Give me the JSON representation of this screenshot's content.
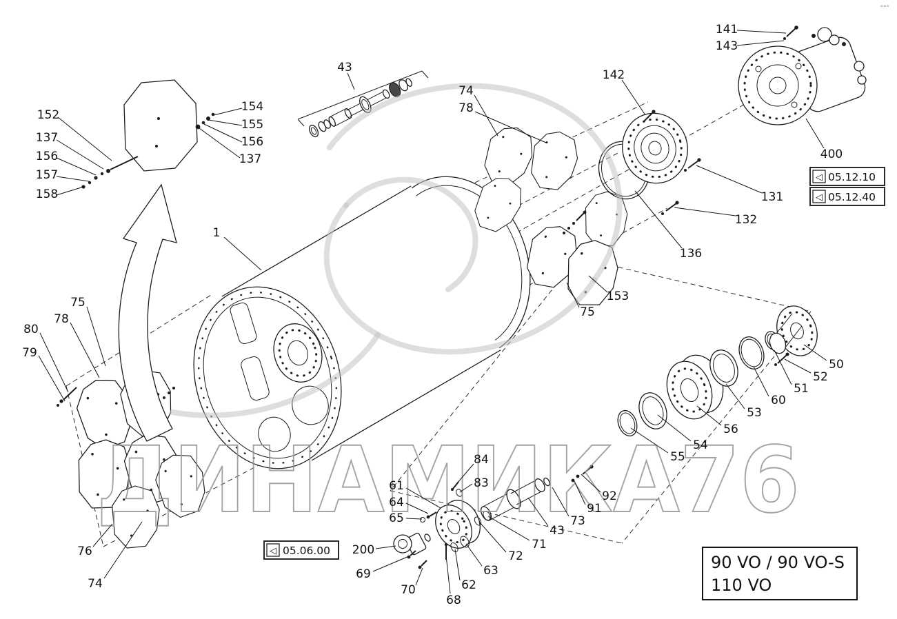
{
  "diagram": {
    "watermark": "ДИНАМИКА76",
    "corner_mark": "°°°",
    "ref_icon": "◁",
    "title_models": {
      "line1": "90 VO / 90 VO-S",
      "line2": "110 VO"
    },
    "ref_boxes": {
      "b051210": "05.12.10",
      "b051240": "05.12.40",
      "b050600": "05.06.00"
    },
    "callouts": {
      "n1": "1",
      "n43": "43",
      "n50": "50",
      "n51": "51",
      "n52": "52",
      "n53": "53",
      "n54": "54",
      "n55": "55",
      "n56": "56",
      "n60": "60",
      "n61": "61",
      "n62": "62",
      "n63": "63",
      "n64": "64",
      "n65": "65",
      "n68": "68",
      "n69": "69",
      "n70": "70",
      "n71": "71",
      "n72": "72",
      "n73": "73",
      "n74": "74",
      "n75": "75",
      "n76": "76",
      "n78": "78",
      "n79": "79",
      "n80": "80",
      "n83": "83",
      "n84": "84",
      "n91": "91",
      "n92": "92",
      "n131": "131",
      "n132": "132",
      "n136": "136",
      "n137": "137",
      "n141": "141",
      "n142": "142",
      "n143": "143",
      "n152": "152",
      "n153": "153",
      "n154": "154",
      "n155": "155",
      "n156": "156",
      "n157": "157",
      "n158": "158",
      "n200": "200",
      "n400": "400"
    },
    "colors": {
      "line": "#1c1c1c",
      "watermark": "#949494",
      "swirl": "#c3c3c3",
      "background": "#ffffff"
    }
  }
}
